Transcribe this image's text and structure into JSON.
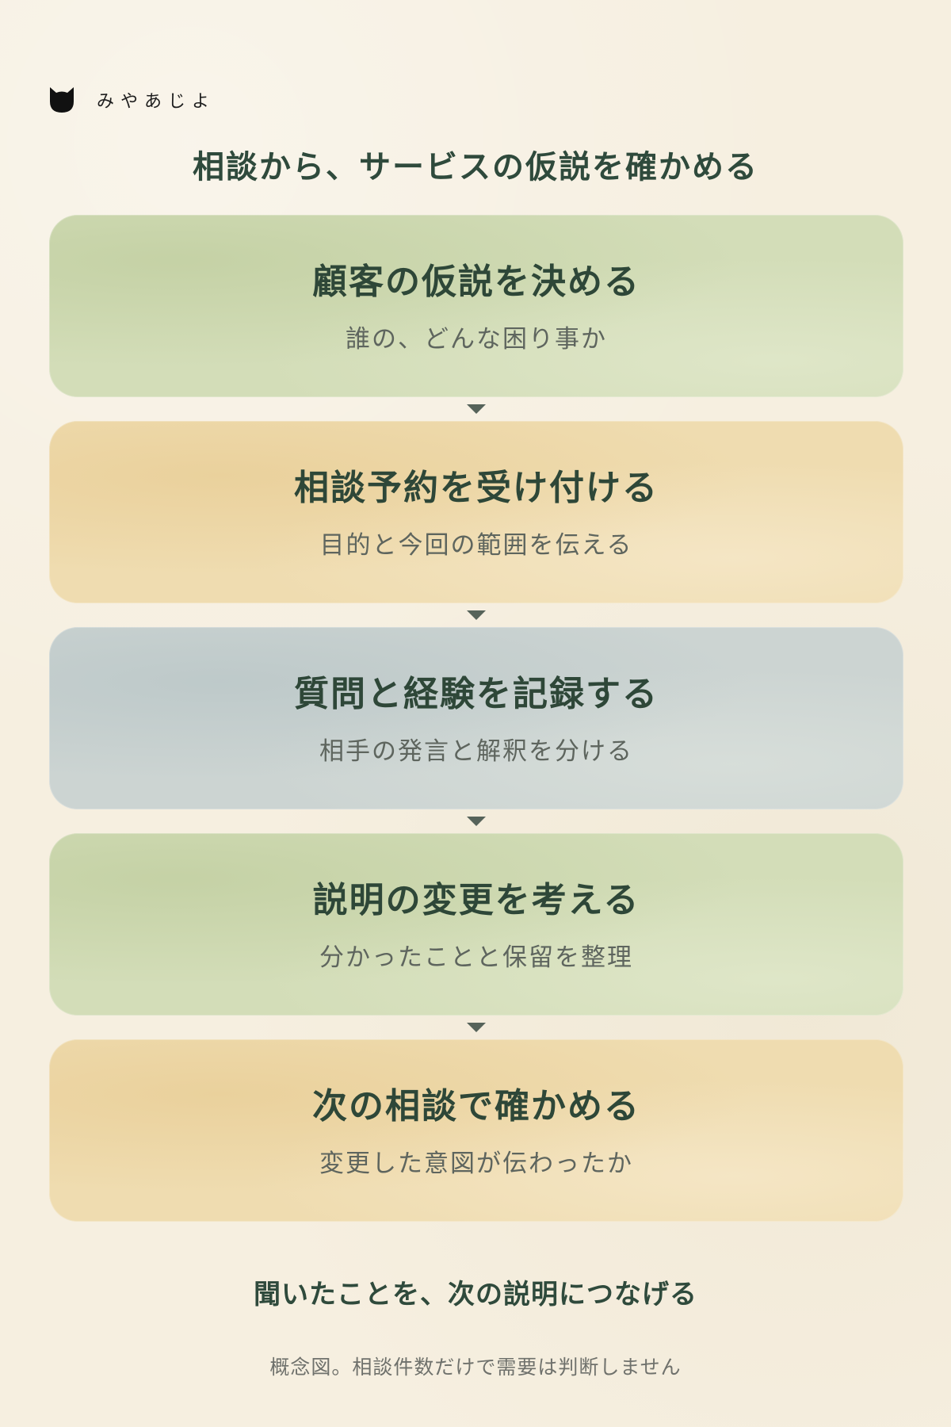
{
  "brand": {
    "name": "みやあじよ",
    "icon": "cat-icon"
  },
  "title": "相談から、サービスの仮説を確かめる",
  "steps": [
    {
      "title": "顧客の仮説を決める",
      "subtitle": "誰の、どんな困り事か",
      "color": "#d3ddb8"
    },
    {
      "title": "相談予約を受け付ける",
      "subtitle": "目的と今回の範囲を伝える",
      "color": "#efdcb0"
    },
    {
      "title": "質問と経験を記録する",
      "subtitle": "相手の発言と解釈を分ける",
      "color": "#ccd4d2"
    },
    {
      "title": "説明の変更を考える",
      "subtitle": "分かったことと保留を整理",
      "color": "#d3ddb8"
    },
    {
      "title": "次の相談で確かめる",
      "subtitle": "変更した意図が伝わったか",
      "color": "#efdcb0"
    }
  ],
  "arrow_icon": "arrow-down-icon",
  "footer": {
    "main": "聞いたことを、次の説明につなげる",
    "note": "概念図。相談件数だけで需要は判断しません"
  }
}
